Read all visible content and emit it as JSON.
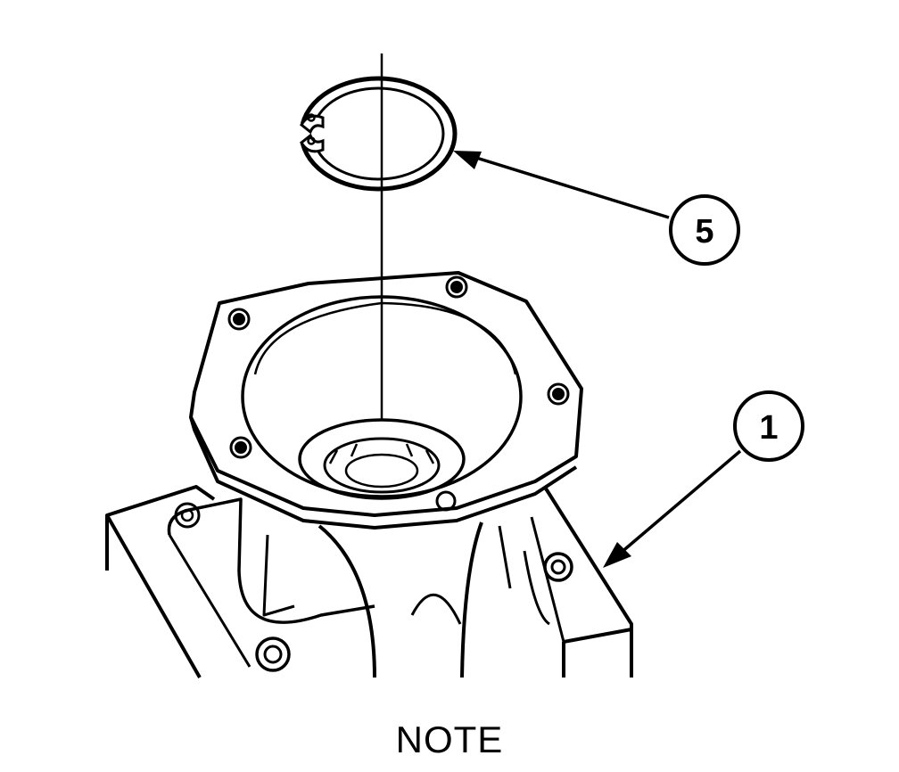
{
  "callouts": [
    {
      "label": "5",
      "part": "retaining-ring"
    },
    {
      "label": "1",
      "part": "housing"
    }
  ],
  "caption": "NOTE",
  "colors": {
    "ink": "#000000",
    "paper": "#ffffff"
  }
}
